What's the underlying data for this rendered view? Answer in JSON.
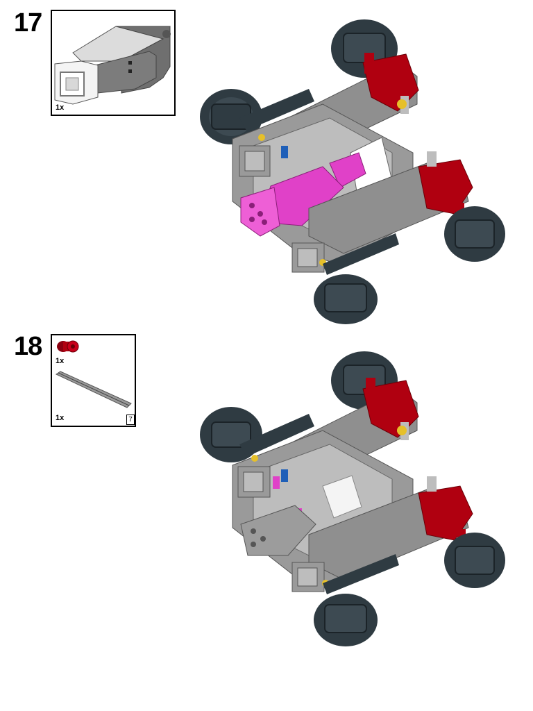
{
  "steps": [
    {
      "number": "17",
      "parts": [
        {
          "name": "medium-motor",
          "quantity": "1x"
        }
      ]
    },
    {
      "number": "18",
      "parts": [
        {
          "name": "axle-bush",
          "quantity": "1x"
        },
        {
          "name": "axle",
          "quantity": "1x",
          "length": "7"
        }
      ]
    }
  ],
  "colors": {
    "grey": "#8f8f8f",
    "light_grey": "#bdbdbd",
    "dark_slate": "#2f3b42",
    "red": "#b00010",
    "magenta": "#e041c8",
    "blue": "#1f5fb8",
    "yellow": "#e6c02a",
    "white": "#f4f4f4"
  }
}
